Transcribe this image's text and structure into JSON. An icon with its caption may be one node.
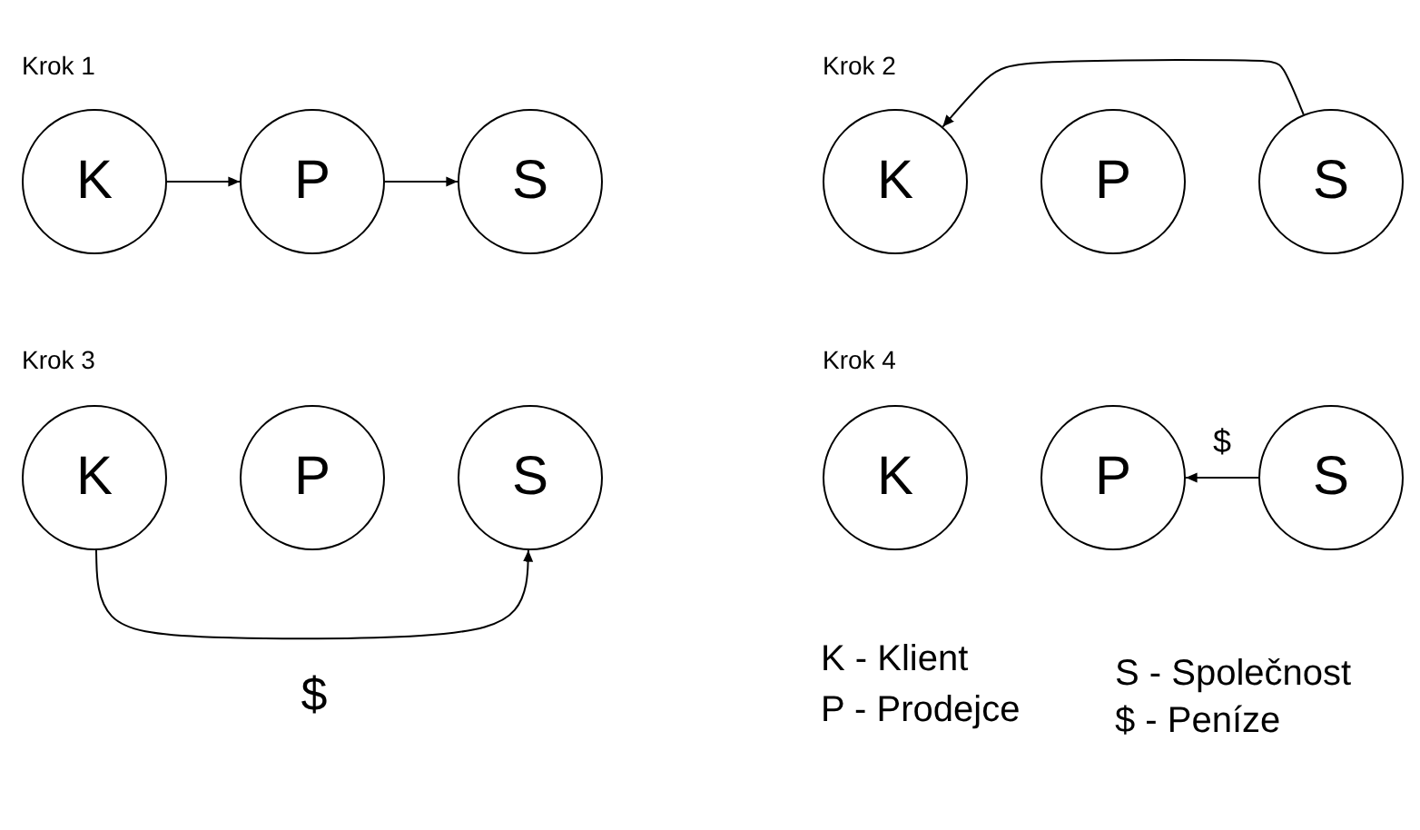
{
  "diagram": {
    "nodes": [
      {
        "text": [
          "K"
        ]
      },
      {
        "text": [
          "P"
        ]
      },
      {
        "text": [
          "S"
        ]
      },
      {
        "text": [
          "K"
        ]
      },
      {
        "text": [
          "P"
        ]
      },
      {
        "text": [
          "S"
        ]
      },
      {
        "text": [
          "K"
        ]
      },
      {
        "text": [
          "P"
        ]
      },
      {
        "text": [
          "S"
        ]
      },
      {
        "text": [
          "K"
        ]
      },
      {
        "text": [
          "P"
        ]
      },
      {
        "text": [
          "S"
        ]
      }
    ],
    "edges": [
      {
        "from": 0,
        "to": 1,
        "arrow": "to"
      },
      {
        "from": 1,
        "to": 2,
        "arrow": "to"
      },
      {
        "from": 5,
        "to": 3,
        "arrow": "to"
      },
      {
        "from": 6,
        "to": 8,
        "arrow": "to",
        "label": "$"
      },
      {
        "from": 11,
        "to": 10,
        "arrow": "to",
        "label": "$"
      }
    ],
    "labels": [
      "Krok 1",
      "Krok 2",
      "Krok 3",
      "Krok 4",
      "K - Klient",
      "P - Prodejce",
      "S - Společnost",
      "$ - Peníze"
    ]
  }
}
